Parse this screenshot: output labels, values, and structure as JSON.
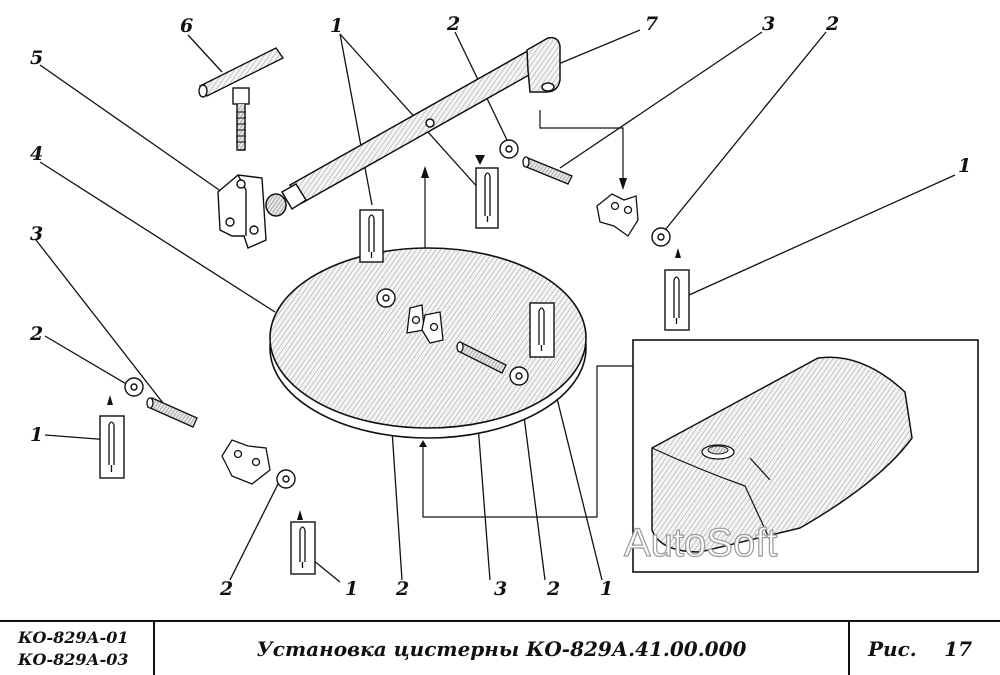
{
  "callouts": {
    "c6": "6",
    "c1_top": "1",
    "c2_top_mid": "2",
    "c7": "7",
    "c3_top": "3",
    "c2_top_right": "2",
    "c5": "5",
    "c4": "4",
    "c1_right": "1",
    "c3_left": "3",
    "c2_left": "2",
    "c1_left": "1",
    "c2_bottom_a": "2",
    "c1_bottom_a": "1",
    "c2_bottom_b": "2",
    "c3_bottom": "3",
    "c2_bottom_c": "2",
    "c1_bottom_b": "1"
  },
  "watermark": "AutoSoft",
  "title_block": {
    "model_1": "КО-829А-01",
    "model_2": "КО-829А-03",
    "title": "Установка цистерны КО-829А.41.00.000",
    "fig_label": "Рис.",
    "fig_number": "17"
  }
}
